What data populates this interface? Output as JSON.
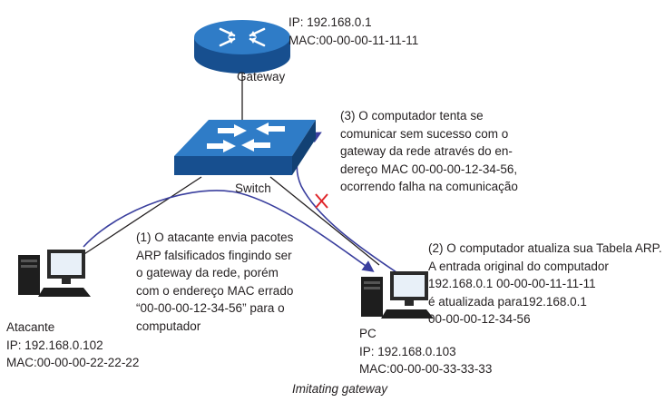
{
  "gateway": {
    "label": "Gateway",
    "info_lines": [
      "IP: 192.168.0.1",
      "MAC:00-00-00-11-11-11"
    ]
  },
  "switch": {
    "label": "Switch"
  },
  "attacker": {
    "lines": [
      "Atacante",
      "IP: 192.168.0.102",
      "MAC:00-00-00-22-22-22"
    ]
  },
  "pc": {
    "lines": [
      "PC",
      "IP: 192.168.0.103",
      "MAC:00-00-00-33-33-33"
    ]
  },
  "annotations": {
    "step1": [
      "(1) O atacante envia pacotes",
      "ARP falsificados fingindo ser",
      "o gateway da rede, porém",
      "com o endereço MAC errado",
      "“00-00-00-12-34-56” para o",
      "computador"
    ],
    "step2": [
      "(2) O computador atualiza sua Tabela ARP.",
      "A entrada original do computador",
      "192.168.0.1 00-00-00-11-11-11",
      "é atualizada para192.168.0.1",
      "00-00-00-12-34-56"
    ],
    "step3": [
      "(3) O computador tenta se",
      "comunicar sem sucesso com o",
      "gateway da rede através do en-",
      "dereço MAC 00-00-00-12-34-56,",
      "ocorrendo falha na comunicação"
    ]
  },
  "caption": "Imitating gateway",
  "colors": {
    "device_blue": "#1d5ea8",
    "device_light": "#2f7cc7",
    "flow_arrow": "#3a3f9e",
    "fail_mark": "#e0262b",
    "link": "#231f20"
  },
  "icons": {
    "gateway": "router-icon",
    "switch": "switch-icon",
    "attacker": "computer-icon",
    "pc": "computer-icon",
    "failure": "x-mark-icon"
  }
}
